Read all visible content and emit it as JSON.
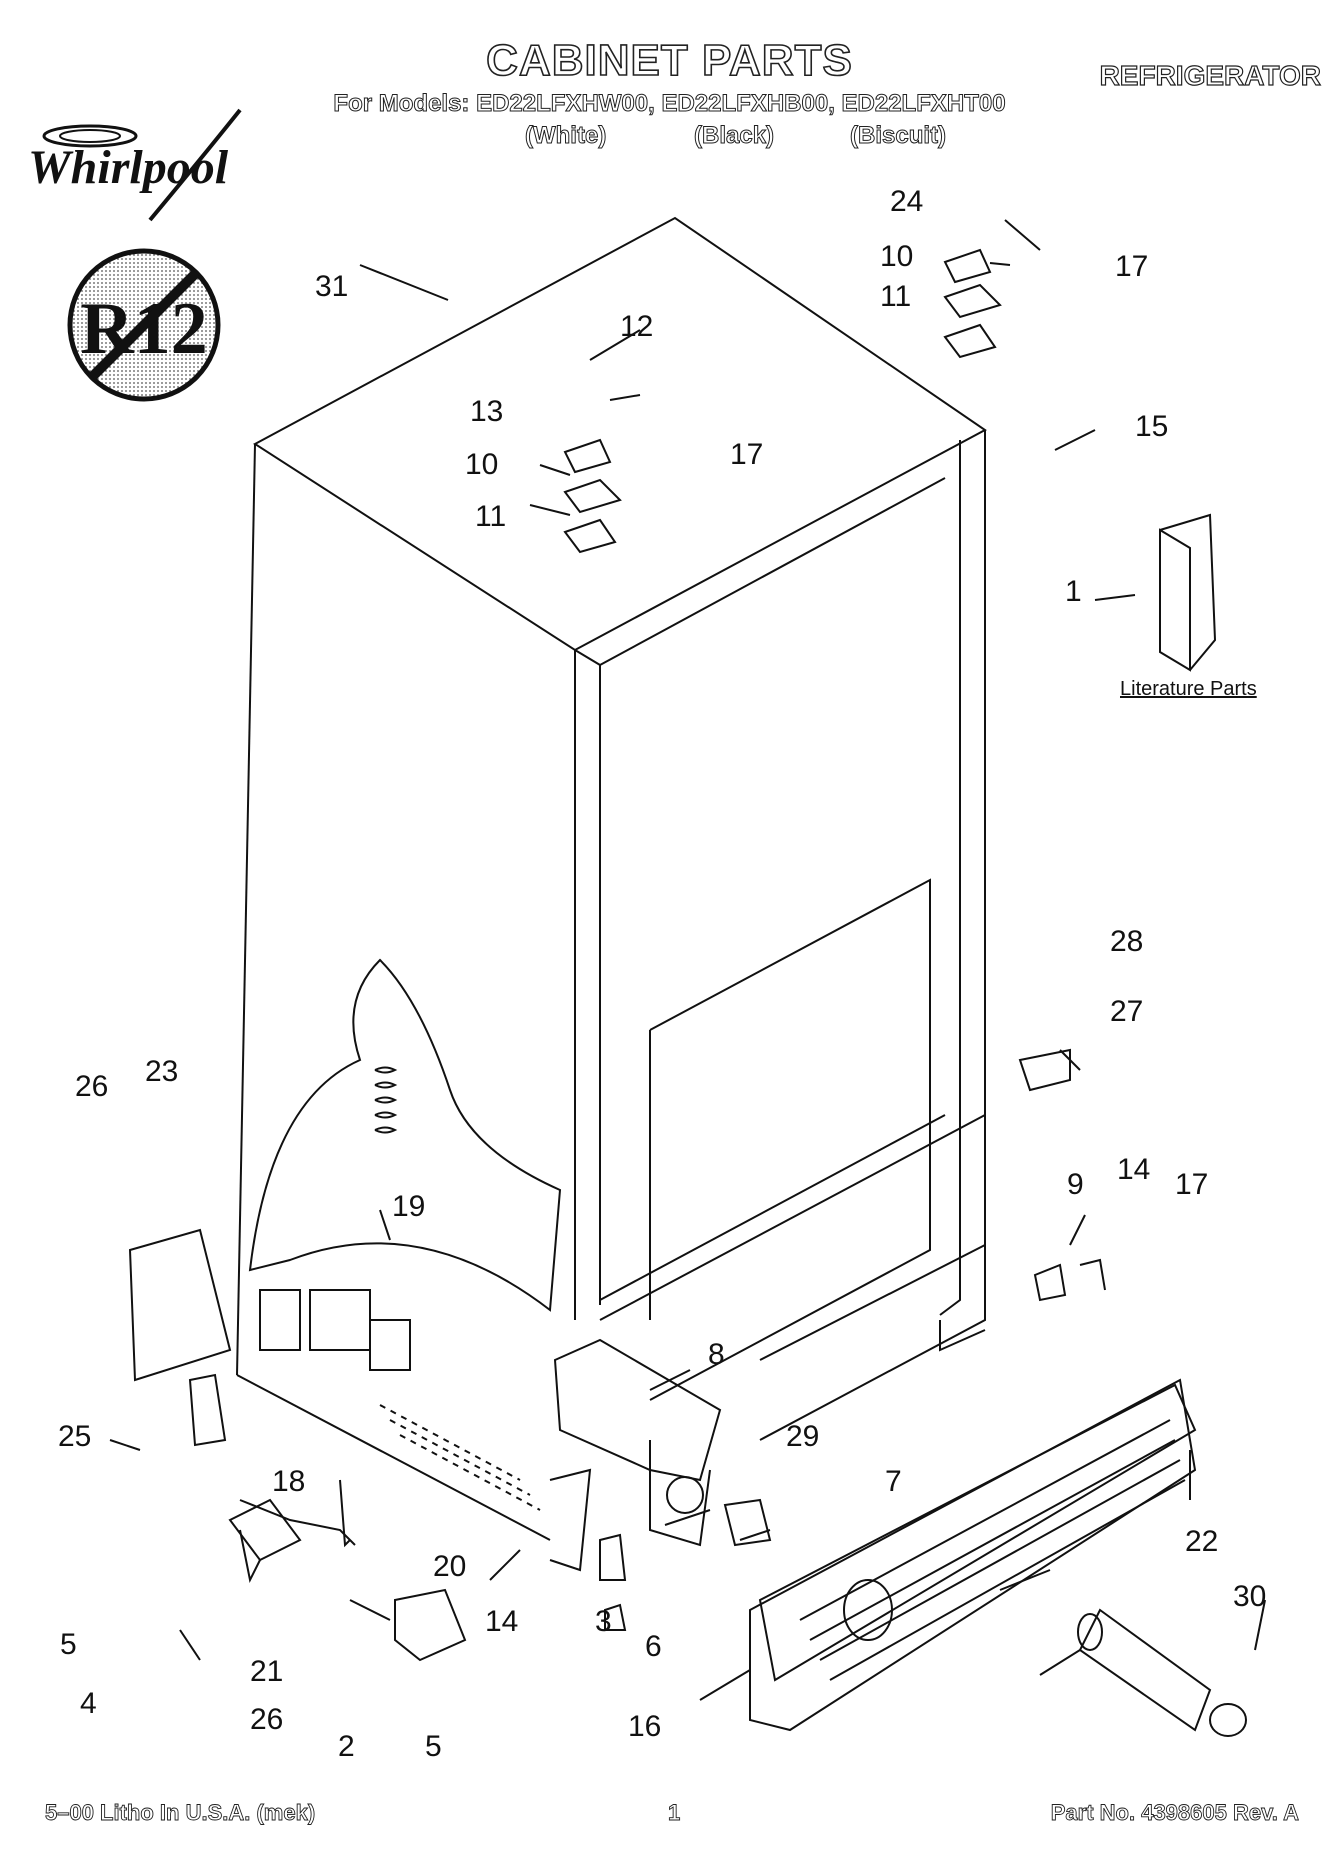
{
  "header": {
    "title": "CABINET PARTS",
    "category": "REFRIGERATOR",
    "models": "For Models: ED22LFXHW00, ED22LFXHB00, ED22LFXHT00",
    "colors": [
      "(White)",
      "(Black)",
      "(Biscuit)"
    ]
  },
  "brand": {
    "name": "Whirlpool"
  },
  "badge": {
    "text": "R12"
  },
  "literature": {
    "label": "Literature Parts"
  },
  "callouts": [
    "1",
    "2",
    "3",
    "4",
    "5",
    "5",
    "6",
    "7",
    "8",
    "9",
    "10",
    "10",
    "11",
    "11",
    "12",
    "13",
    "14",
    "14",
    "15",
    "16",
    "17",
    "17",
    "17",
    "18",
    "19",
    "20",
    "21",
    "22",
    "23",
    "24",
    "25",
    "26",
    "26",
    "27",
    "28",
    "29",
    "30",
    "31"
  ],
  "footer": {
    "left": "5–00 Litho In U.S.A. (mek)",
    "center": "1",
    "right": "Part No. 4398605 Rev. A"
  }
}
